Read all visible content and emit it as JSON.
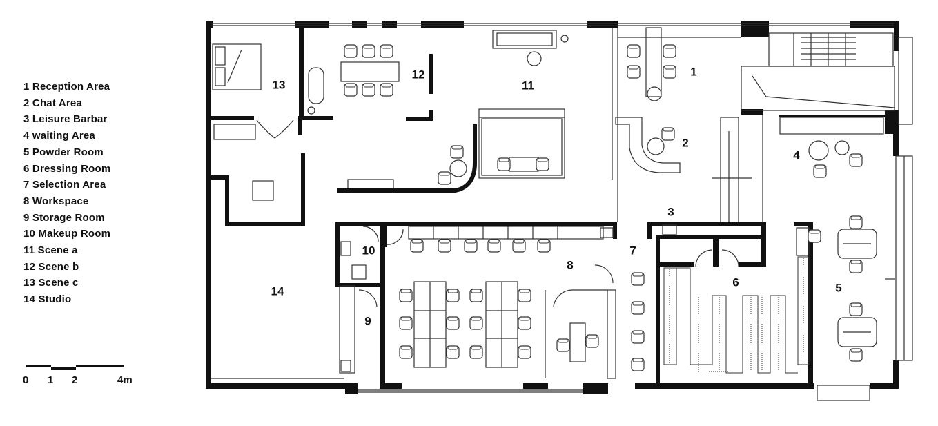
{
  "legend": [
    "1 Reception Area",
    "2 Chat Area",
    "3 Leisure Barbar",
    "4 waiting Area",
    "5 Powder Room",
    "6 Dressing Room",
    "7 Selection Area",
    "8 Workspace",
    "9 Storage Room",
    "10 Makeup Room",
    "11 Scene a",
    "12 Scene b",
    "13 Scene c",
    "14 Studio"
  ],
  "rooms": [
    {
      "id": "1"
    },
    {
      "id": "2"
    },
    {
      "id": "3"
    },
    {
      "id": "4"
    },
    {
      "id": "5"
    },
    {
      "id": "6"
    },
    {
      "id": "7"
    },
    {
      "id": "8"
    },
    {
      "id": "9"
    },
    {
      "id": "10"
    },
    {
      "id": "11"
    },
    {
      "id": "12"
    },
    {
      "id": "13"
    },
    {
      "id": "14"
    }
  ],
  "scale_bar": {
    "ticks": [
      "0",
      "1",
      "2",
      "4m"
    ]
  },
  "colors": {
    "wall": "#111111",
    "line": "#333333",
    "background": "#ffffff"
  }
}
